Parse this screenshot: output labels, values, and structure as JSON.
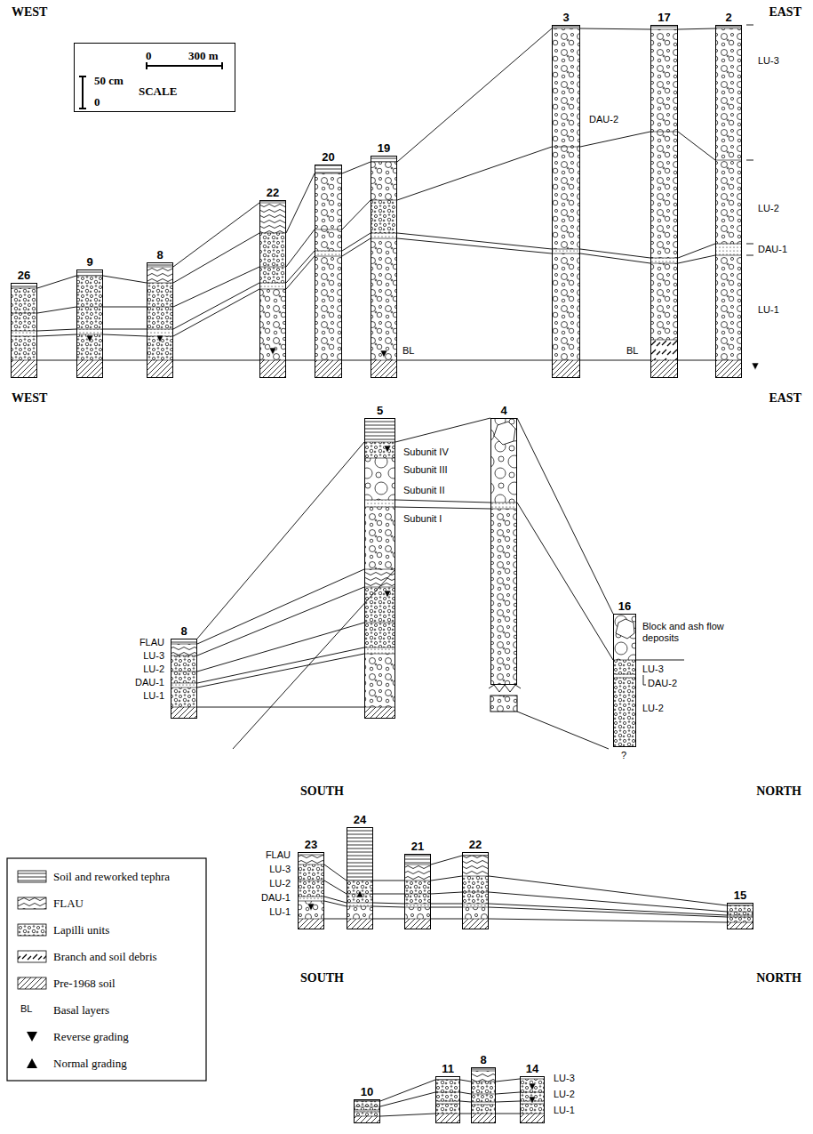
{
  "diagram": {
    "nodes": [
      {
        "text": [
          "0",
          "300 m",
          "50 cm",
          "0",
          "SCALE"
        ]
      },
      {
        "text": [
          "26"
        ]
      },
      {
        "text": [
          "9"
        ]
      },
      {
        "text": [
          "8"
        ]
      },
      {
        "text": [
          "22"
        ]
      },
      {
        "text": [
          "20"
        ]
      },
      {
        "text": [
          "19"
        ]
      },
      {
        "text": [
          "3"
        ]
      },
      {
        "text": [
          "17"
        ]
      },
      {
        "text": [
          "2"
        ]
      },
      {
        "text": [
          "8"
        ]
      },
      {
        "text": [
          "5"
        ]
      },
      {
        "text": [
          "4"
        ]
      },
      {
        "text": [
          "16"
        ]
      },
      {
        "text": [
          "23"
        ]
      },
      {
        "text": [
          "24"
        ]
      },
      {
        "text": [
          "21"
        ]
      },
      {
        "text": [
          "22"
        ]
      },
      {
        "text": [
          "15"
        ]
      },
      {
        "text": [
          "10"
        ]
      },
      {
        "text": [
          "11"
        ]
      },
      {
        "text": [
          "8"
        ]
      },
      {
        "text": [
          "14"
        ]
      }
    ],
    "edges": [
      {
        "from": 1,
        "to": 2,
        "arrow": "none"
      },
      {
        "from": 1,
        "to": 2,
        "arrow": "none"
      },
      {
        "from": 1,
        "to": 2,
        "arrow": "none"
      },
      {
        "from": 1,
        "to": 2,
        "arrow": "none"
      },
      {
        "from": 1,
        "to": 2,
        "arrow": "none"
      },
      {
        "from": 2,
        "to": 3,
        "arrow": "none"
      },
      {
        "from": 2,
        "to": 3,
        "arrow": "none"
      },
      {
        "from": 2,
        "to": 3,
        "arrow": "none"
      },
      {
        "from": 2,
        "to": 3,
        "arrow": "none"
      },
      {
        "from": 2,
        "to": 3,
        "arrow": "none"
      },
      {
        "from": 3,
        "to": 4,
        "arrow": "none"
      },
      {
        "from": 3,
        "to": 4,
        "arrow": "none"
      },
      {
        "from": 3,
        "to": 4,
        "arrow": "none"
      },
      {
        "from": 3,
        "to": 4,
        "arrow": "none"
      },
      {
        "from": 3,
        "to": 4,
        "arrow": "none"
      },
      {
        "from": 3,
        "to": 4,
        "arrow": "none"
      },
      {
        "from": 4,
        "to": 5,
        "arrow": "none"
      },
      {
        "from": 4,
        "to": 5,
        "arrow": "none"
      },
      {
        "from": 4,
        "to": 5,
        "arrow": "none"
      },
      {
        "from": 4,
        "to": 5,
        "arrow": "none"
      },
      {
        "from": 4,
        "to": 5,
        "arrow": "none"
      },
      {
        "from": 5,
        "to": 6,
        "arrow": "none"
      },
      {
        "from": 5,
        "to": 6,
        "arrow": "none"
      },
      {
        "from": 5,
        "to": 6,
        "arrow": "none"
      },
      {
        "from": 5,
        "to": 6,
        "arrow": "none"
      },
      {
        "from": 5,
        "to": 6,
        "arrow": "none"
      },
      {
        "from": 6,
        "to": 7,
        "arrow": "none"
      },
      {
        "from": 6,
        "to": 7,
        "arrow": "none"
      },
      {
        "from": 6,
        "to": 7,
        "arrow": "none"
      },
      {
        "from": 6,
        "to": 7,
        "arrow": "none"
      },
      {
        "from": 6,
        "to": 7,
        "arrow": "none"
      },
      {
        "from": 7,
        "to": 8,
        "arrow": "none"
      },
      {
        "from": 7,
        "to": 8,
        "arrow": "none"
      },
      {
        "from": 7,
        "to": 8,
        "arrow": "none"
      },
      {
        "from": 7,
        "to": 8,
        "arrow": "none"
      },
      {
        "from": 7,
        "to": 8,
        "arrow": "none"
      },
      {
        "from": 8,
        "to": 9,
        "arrow": "none"
      },
      {
        "from": 8,
        "to": 9,
        "arrow": "none"
      },
      {
        "from": 8,
        "to": 9,
        "arrow": "none"
      },
      {
        "from": 8,
        "to": 9,
        "arrow": "none"
      },
      {
        "from": 8,
        "to": 9,
        "arrow": "none"
      },
      {
        "from": 10,
        "to": 11,
        "arrow": "none"
      },
      {
        "from": 10,
        "to": 11,
        "arrow": "none"
      },
      {
        "from": 10,
        "to": 11,
        "arrow": "none"
      },
      {
        "from": 10,
        "to": 11,
        "arrow": "none"
      },
      {
        "from": 10,
        "to": 11,
        "arrow": "none"
      },
      {
        "from": 10,
        "to": 11,
        "arrow": "none"
      },
      {
        "from": 10,
        "to": 11,
        "arrow": "none"
      },
      {
        "from": 11,
        "to": 12,
        "arrow": "none"
      },
      {
        "from": 11,
        "to": 12,
        "arrow": "none"
      },
      {
        "from": 11,
        "to": 12,
        "arrow": "none"
      },
      {
        "from": 12,
        "to": 13,
        "arrow": "none"
      },
      {
        "from": 12,
        "to": 13,
        "arrow": "none"
      },
      {
        "from": 14,
        "to": 15,
        "arrow": "none"
      },
      {
        "from": 14,
        "to": 15,
        "arrow": "none"
      },
      {
        "from": 14,
        "to": 15,
        "arrow": "none"
      },
      {
        "from": 14,
        "to": 15,
        "arrow": "none"
      },
      {
        "from": 14,
        "to": 15,
        "arrow": "none"
      },
      {
        "from": 15,
        "to": 16,
        "arrow": "none"
      },
      {
        "from": 15,
        "to": 16,
        "arrow": "none"
      },
      {
        "from": 15,
        "to": 16,
        "arrow": "none"
      },
      {
        "from": 15,
        "to": 16,
        "arrow": "none"
      },
      {
        "from": 15,
        "to": 16,
        "arrow": "none"
      },
      {
        "from": 16,
        "to": 17,
        "arrow": "none"
      },
      {
        "from": 16,
        "to": 17,
        "arrow": "none"
      },
      {
        "from": 16,
        "to": 17,
        "arrow": "none"
      },
      {
        "from": 16,
        "to": 17,
        "arrow": "none"
      },
      {
        "from": 16,
        "to": 17,
        "arrow": "none"
      },
      {
        "from": 16,
        "to": 17,
        "arrow": "none"
      },
      {
        "from": 17,
        "to": 18,
        "arrow": "none"
      },
      {
        "from": 17,
        "to": 18,
        "arrow": "none"
      },
      {
        "from": 17,
        "to": 18,
        "arrow": "none"
      },
      {
        "from": 17,
        "to": 18,
        "arrow": "none"
      },
      {
        "from": 17,
        "to": 18,
        "arrow": "none"
      },
      {
        "from": 19,
        "to": 20,
        "arrow": "none"
      },
      {
        "from": 19,
        "to": 20,
        "arrow": "none"
      },
      {
        "from": 19,
        "to": 20,
        "arrow": "none"
      },
      {
        "from": 20,
        "to": 21,
        "arrow": "none"
      },
      {
        "from": 20,
        "to": 21,
        "arrow": "none"
      },
      {
        "from": 20,
        "to": 21,
        "arrow": "none"
      },
      {
        "from": 20,
        "to": 21,
        "arrow": "none"
      },
      {
        "from": 21,
        "to": 22,
        "arrow": "none"
      },
      {
        "from": 21,
        "to": 22,
        "arrow": "none"
      },
      {
        "from": 21,
        "to": 22,
        "arrow": "none"
      },
      {
        "from": 21,
        "to": 22,
        "arrow": "none"
      }
    ],
    "labels": [
      "WEST",
      "EAST",
      "LU-3",
      "LU-2",
      "DAU-1",
      "LU-1",
      "DAU-2",
      "BL",
      "BL",
      "WEST",
      "EAST",
      "Subunit IV",
      "Subunit III",
      "Subunit II",
      "Subunit I",
      "Block and ash flow deposits",
      "LU-3",
      "DAU-2",
      "LU-2",
      "?",
      "FLAU",
      "LU-3",
      "LU-2",
      "DAU-1",
      "LU-1",
      "SOUTH",
      "NORTH",
      "FLAU",
      "LU-3",
      "LU-2",
      "DAU-1",
      "LU-1",
      "SOUTH",
      "NORTH",
      "LU-3",
      "LU-2",
      "LU-1",
      "BL"
    ],
    "legend": [
      {
        "text": "Soil and reworked tephra"
      },
      {
        "text": "FLAU"
      },
      {
        "text": "Lapilli units"
      },
      {
        "text": "Branch and soil debris"
      },
      {
        "text": "Pre-1968 soil"
      },
      {
        "text": "Basal layers"
      },
      {
        "text": "Reverse grading"
      },
      {
        "text": "Normal grading"
      }
    ]
  }
}
